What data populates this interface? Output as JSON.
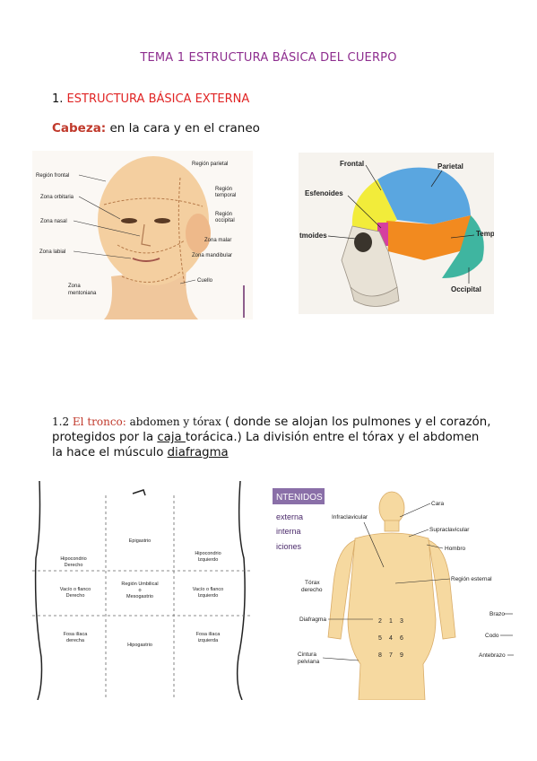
{
  "doc": {
    "title": "TEMA 1 ESTRUCTURA BÁSICA DEL CUERPO",
    "section_number": "1. ",
    "section_title": "ESTRUCTURA BÁSICA EXTERNA",
    "cabeza_label": "Cabeza:",
    "cabeza_text": " en la cara y en el craneo",
    "tronco_number": "1.2 ",
    "tronco_label": "El tronco:",
    "tronco_text_a": " abdomen y tórax",
    "tronco_text_b": " ( donde se alojan los pulmones y el corazón, protegidos por la ",
    "caja_word": "caja ",
    "tronco_text_c": "torácica.) La división entre el tórax y el abdomen la hace el músculo ",
    "diafragma_word": "diafragma"
  },
  "face_figure": {
    "labels": {
      "region_frontal": "Región frontal",
      "zona_orbitaria": "Zona orbitaria",
      "zona_nasal": "Zona nasal",
      "zona_labial": "Zona labial",
      "zona_mentoniana_1": "Zona",
      "zona_mentoniana_2": "mentoniana",
      "region_parietal": "Región parietal",
      "region_temporal_1": "Región",
      "region_temporal_2": "temporal",
      "region_occipital_1": "Región",
      "region_occipital_2": "occipital",
      "zona_malar": "Zona malar",
      "zona_mandibular": "Zona mandibular",
      "cuello": "Cuello"
    }
  },
  "skull_figure": {
    "labels": {
      "frontal": "Frontal",
      "parietal": "Parietal",
      "esfenoides": "Esfenoides",
      "etmoides": "tmoides",
      "temporal": "Temp",
      "occipital": "Occipital"
    },
    "colors": {
      "frontal": "#f2ec3a",
      "parietal": "#5aa6e0",
      "sphenoid": "#d63fa0",
      "temporal": "#f28a1f",
      "occipital": "#3fb5a0"
    }
  },
  "abdomen_figure": {
    "regions": {
      "epigastrio": "Epigastrio",
      "hipocondrio_der_1": "Hipocondrio",
      "hipocondrio_der_2": "Derecho",
      "hipocondrio_izq_1": "Hipocondrio",
      "hipocondrio_izq_2": "Izquierdo",
      "vacio_der_1": "Vacío o flanco",
      "vacio_der_2": "Derecho",
      "umbilical_1": "Región Umbilical",
      "umbilical_2": "o",
      "umbilical_3": "Mesogastrio",
      "vacio_izq_1": "Vacío o flanco",
      "vacio_izq_2": "Izquierdo",
      "fosa_der_1": "Fosa ilíaca",
      "fosa_der_2": "derecha",
      "hipogastrio": "Hipogastrio",
      "fosa_izq_1": "Fosa ilíaca",
      "fosa_izq_2": "izquierda"
    }
  },
  "body_figure": {
    "banner": "NTENIDOS",
    "side_items": [
      "externa",
      "interna",
      "iciones"
    ],
    "labels": {
      "cara": "Cara",
      "infraclavicular": "Infraclavicular",
      "supraclavicular": "Supraclavicular",
      "hombro": "Hombro",
      "torax_1": "Tórax",
      "torax_2": "derecho",
      "region_esternal": "Región esternal",
      "diafragma": "Diafragma",
      "brazo": "Brazo",
      "codo": "Codo",
      "cintura_1": "Cintura",
      "cintura_2": "pelviana",
      "antebrazo": "Antebrazo"
    },
    "grid_numbers": [
      "2",
      "1",
      "3",
      "5",
      "4",
      "6",
      "8",
      "7",
      "9"
    ],
    "banner_color": "#8a6fa8"
  }
}
